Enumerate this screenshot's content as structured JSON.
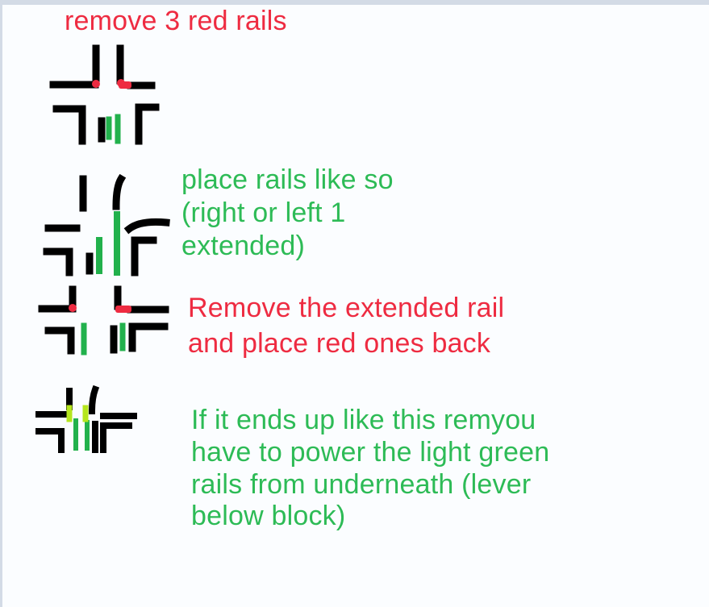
{
  "colors": {
    "rail_black": "#000000",
    "rail_red": "#ee2b41",
    "rail_green": "#22b14c",
    "rail_light_green": "#b5e61d",
    "text_red": "#ee2b41",
    "text_green": "#2dbb56",
    "background": "#fbfdff"
  },
  "steps": [
    {
      "text": "remove 3 red rails"
    },
    {
      "text": "place rails like so\n(right or left 1\nextended)"
    },
    {
      "text": "Remove the extended rail\nand place red ones back"
    },
    {
      "text": "If it ends up like this remyou\nhave to power the light green\nrails from underneath (lever\nbelow block)"
    }
  ]
}
